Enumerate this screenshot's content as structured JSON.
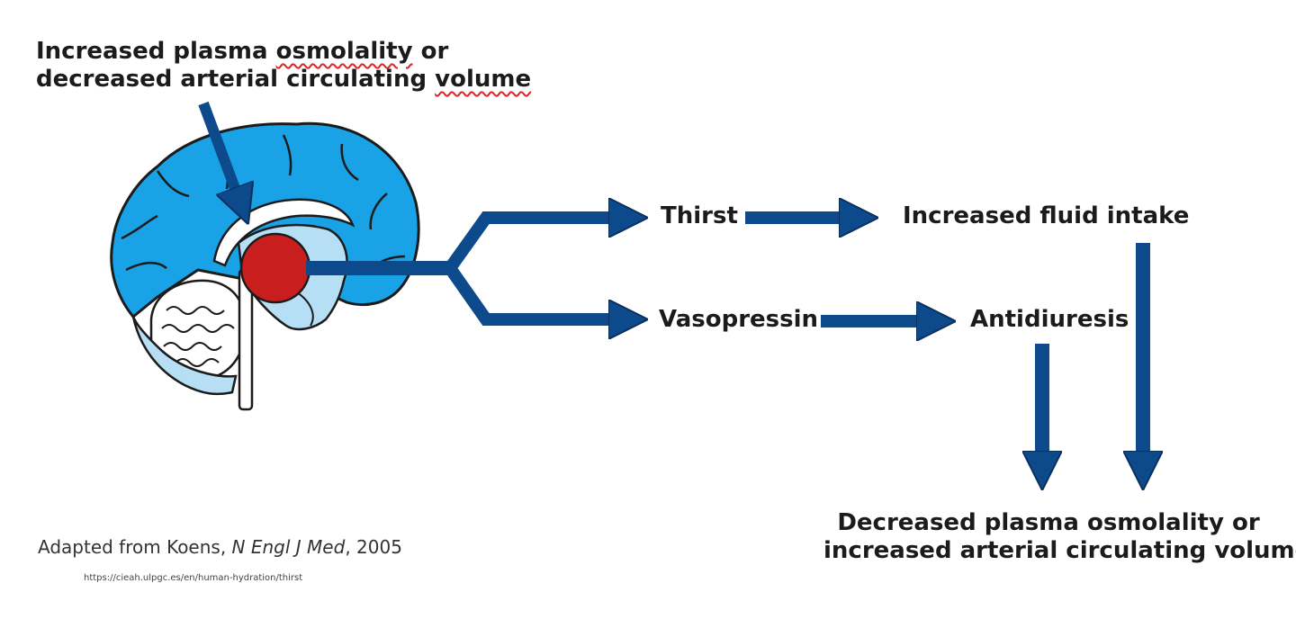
{
  "trigger": {
    "line1_pre": "Increased plasma ",
    "line1_underlined": "osmolality",
    "line1_post": " or",
    "line2_pre": "decreased arterial circulating ",
    "line2_underlined": "volume"
  },
  "nodes": {
    "thirst": "Thirst",
    "fluid_intake": "Increased fluid intake",
    "vasopressin": "Vasopressin",
    "antidiuresis": "Antidiuresis"
  },
  "result": {
    "line1": "Decreased plasma osmolality or",
    "line2": "increased arterial circulating volume"
  },
  "citation": {
    "prefix": "Adapted from Koens, ",
    "journal": "N Engl J Med",
    "suffix": ", 2005"
  },
  "source_url": "https://cieah.ulpgc.es/en/human-hydration/thirst",
  "colors": {
    "arrow": "#0d4a8c",
    "brain_cortex": "#1aa2e6",
    "brain_inner": "#b6def4",
    "hypothalamus": "#c81e1e",
    "outline": "#1b1b1b",
    "annotation_underline": "#e02424"
  }
}
